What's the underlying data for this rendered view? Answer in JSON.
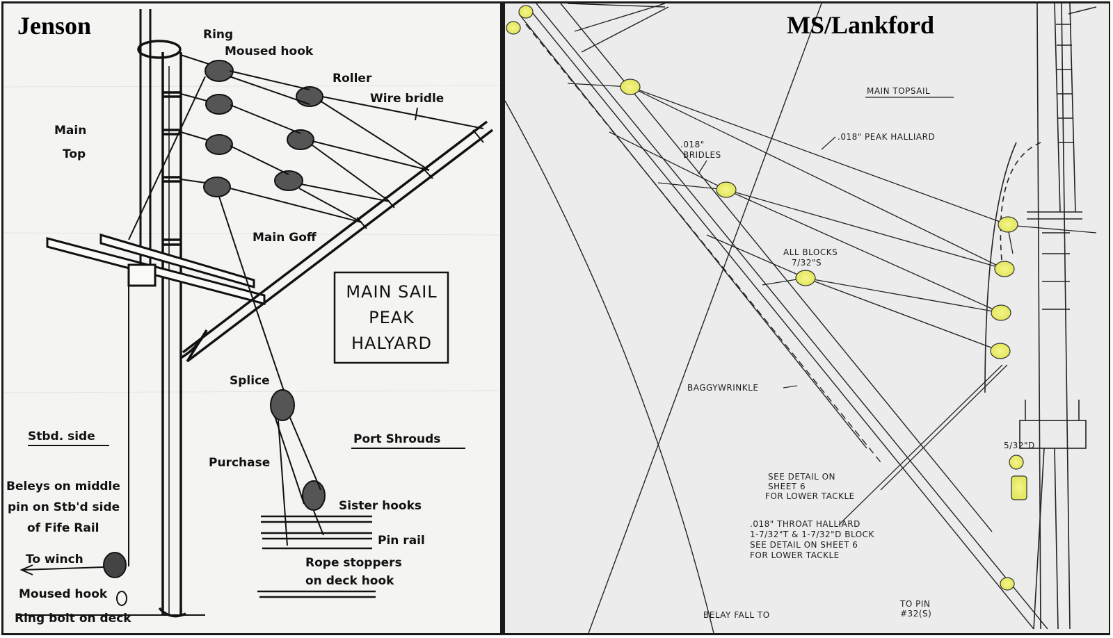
{
  "left": {
    "title": "Jenson",
    "labels": {
      "ring": "Ring",
      "moused_hook_top": "Moused hook",
      "roller": "Roller",
      "wire_bridle": "Wire bridle",
      "main_top_1": "Main",
      "main_top_2": "Top",
      "main_goff": "Main Goff",
      "splice": "Splice",
      "purchase": "Purchase",
      "stbd_side": "Stbd. side",
      "port_shrouds": "Port Shrouds",
      "belays_1": "Beleys on middle",
      "belays_2": "pin on Stb'd side",
      "belays_3": "of Fife Rail",
      "to_winch": "To winch",
      "moused_hook_bottom": "Moused hook",
      "ring_bolt": "Ring bolt on deck",
      "sister_hooks": "Sister hooks",
      "pin_rail": "Pin rail",
      "rope_stoppers_1": "Rope stoppers",
      "rope_stoppers_2": "on deck hook"
    },
    "box": {
      "line1": "MAIN SAIL",
      "line2": "PEAK",
      "line3": "HALYARD"
    }
  },
  "right": {
    "title": "MS/Lankford",
    "labels": {
      "main_topsail": "MAIN TOPSAIL",
      "peak_halliard": ".018\" PEAK HALLIARD",
      "bridles_1": ".018\"",
      "bridles_2": "BRIDLES",
      "all_blocks_1": "ALL BLOCKS",
      "all_blocks_2": "7/32\"S",
      "baggywrinkle": "BAGGYWRINKLE",
      "see_detail_1": "SEE DETAIL ON",
      "see_detail_2": "SHEET 6",
      "see_detail_3": "FOR LOWER TACKLE",
      "throat_1": ".018\" THROAT HALLIARD",
      "throat_2": "1-7/32\"T & 1-7/32\"D BLOCK",
      "throat_3": "SEE DETAIL ON SHEET 6",
      "throat_4": "FOR LOWER TACKLE",
      "block_5_32": "5/32\"D",
      "to_pin_1": "TO PIN",
      "to_pin_2": "#32(S)",
      "belay_fall": "BELAY FALL TO"
    }
  },
  "colors": {
    "frame": "#1a1a1a",
    "ink": "#111111",
    "highlight": "#eef07a"
  }
}
